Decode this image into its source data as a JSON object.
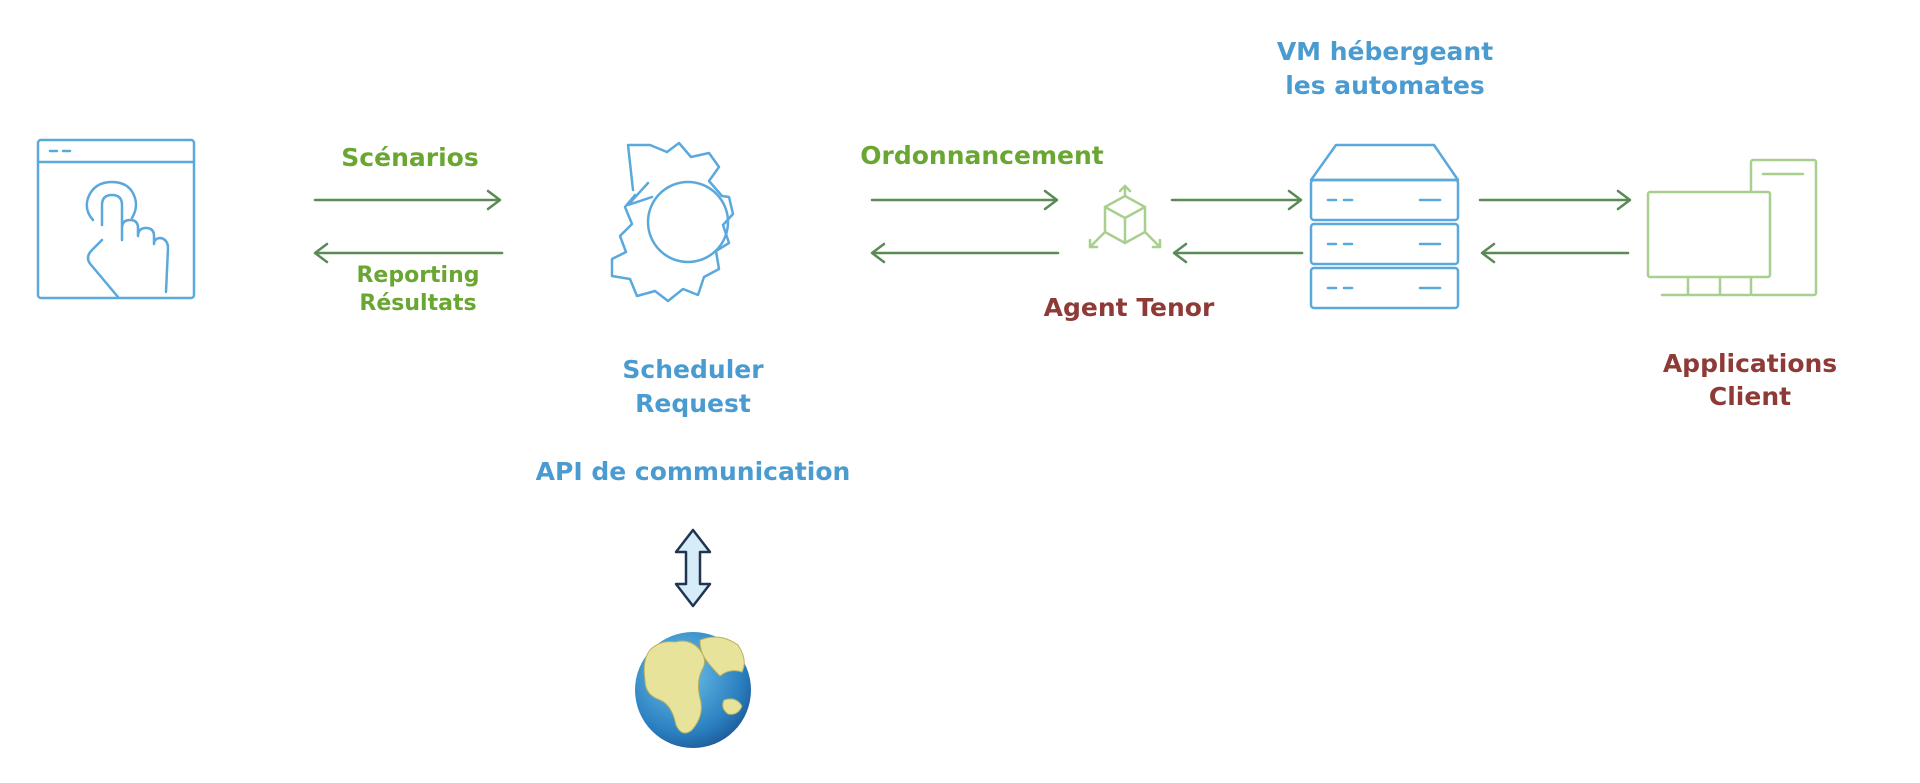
{
  "labels": {
    "scenarios": "Scénarios",
    "reporting": "Reporting",
    "resultats": "Résultats",
    "scheduler": "Scheduler",
    "request": "Request",
    "api": "API de communication",
    "ordonnancement": "Ordonnancement",
    "agent": "Agent Tenor",
    "vm_line1": "VM hébergeant",
    "vm_line2": "les automates",
    "apps_line1": "Applications",
    "apps_line2": "Client"
  },
  "colors": {
    "blue": "#4a9bd0",
    "green": "#6aa632",
    "dark_red": "#8e3a36",
    "arrow": "#5a8a55"
  },
  "icons": [
    "touch-browser-icon",
    "gear-refresh-icon",
    "cube-agent-icon",
    "server-rack-icon",
    "desktop-computer-icon",
    "double-arrow-icon",
    "globe-icon"
  ]
}
